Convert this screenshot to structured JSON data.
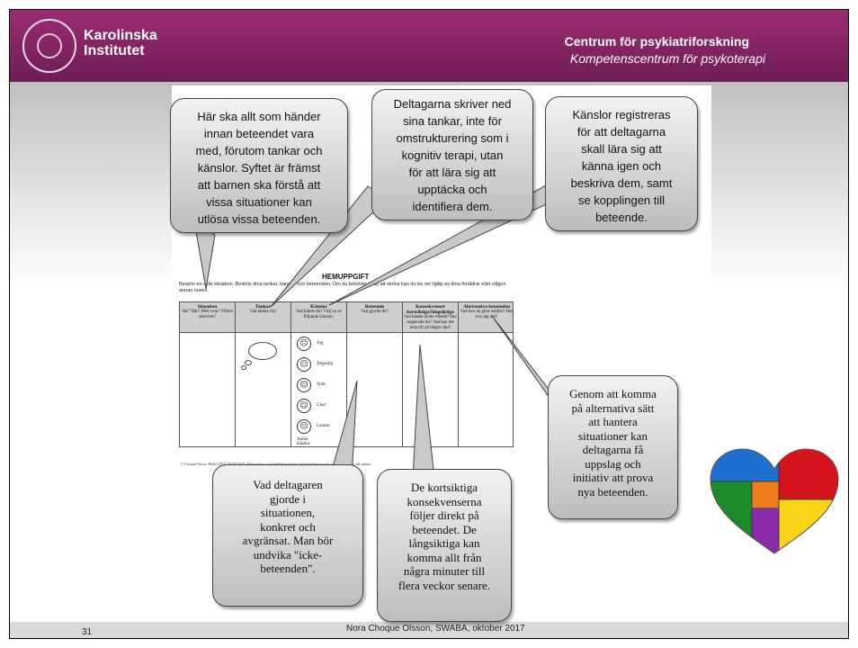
{
  "header": {
    "logo_line1": "Karolinska",
    "logo_line2": "Institutet",
    "title": "Centrum för psykiatriforskning",
    "subtitle": "Kompetenscentrum för psykoterapi"
  },
  "worksheet": {
    "heading": "HEMUPPGIFT",
    "instructions": "Beskriv en svår situation. Beskriv dina tankar, känslor och beteenden. Om du behöver hjälp att skriva kan du be om hjälp av dina föräldrar eller någon annan vuxen.",
    "columns": [
      {
        "title": "Situation",
        "sub": "Var? När? Med vem? Vilken aktivitet?"
      },
      {
        "title": "Tankar",
        "sub": "Vad tänkte du?"
      },
      {
        "title": "Känslor",
        "sub": "Vad kände du? Välj en av följande känslor:"
      },
      {
        "title": "Beteende",
        "sub": "Vad gjorde du?"
      },
      {
        "title": "Konsekvenser kortsiktiga/långsiktiga",
        "sub": "Vad hände direkt efteråt? Hur reagerade du? Vad kan det leda till på längre sikt?"
      },
      {
        "title": "Alternativa beteenden",
        "sub": "Vad kan du göra istället? Hur tror jag det?"
      }
    ],
    "feelings": [
      "Arg",
      "Ångestig",
      "Trött",
      "Glad",
      "Ledsen"
    ],
    "other_feelings": "Andra känslor:",
    "footnote": "© Choque Olsson, Bölte (2011). KONTAKT. Manual för social färdighetsträning, kommunikation och social interaktion vid autism."
  },
  "callouts": {
    "situation": "Här ska allt som händer\ninnan beteendet vara\nmed, förutom tankar och\nkänslor. Syftet är främst\natt barnen ska förstå att\nvissa situationer kan\nutlösa vissa beteenden.",
    "tankar": "Deltagarna skriver ned\nsina tankar, inte för\nomstrukturering som i\nkognitiv terapi, utan\nför att lära sig att\nupptäcka och\nidentifiera dem.",
    "kanslor": "Känslor registreras\nför att deltagarna\nskall lära sig att\nkänna igen och\nbeskriva dem, samt\nse kopplingen till\nbeteende.",
    "alternativa": "Genom att komma\npå alternativa sätt\natt hantera\nsituationer kan\ndeltagarna få\nuppslag och\ninitiativ att prova\nnya beteenden.",
    "beteende": "Vad deltagaren\ngjorde i\nsituationen,\nkonkret och\navgränsat. Man bör\nundvika \"icke-\nbeteenden\".",
    "konsekvenser": "De kortsiktiga\nkonsekvenserna\nföljer direkt på\nbeteendet. De\nlångsiktiga kan\nkomma allt från\nnågra minuter till\nflera veckor senare."
  },
  "heart_colors": [
    "#d4141c",
    "#f7d417",
    "#1a8a2a",
    "#1d6fd0",
    "#ef7c1a",
    "#8a2aa8"
  ],
  "footer": {
    "page_number": "31",
    "text": "Nora Choque Olsson, SWABA, oktober 2017"
  }
}
